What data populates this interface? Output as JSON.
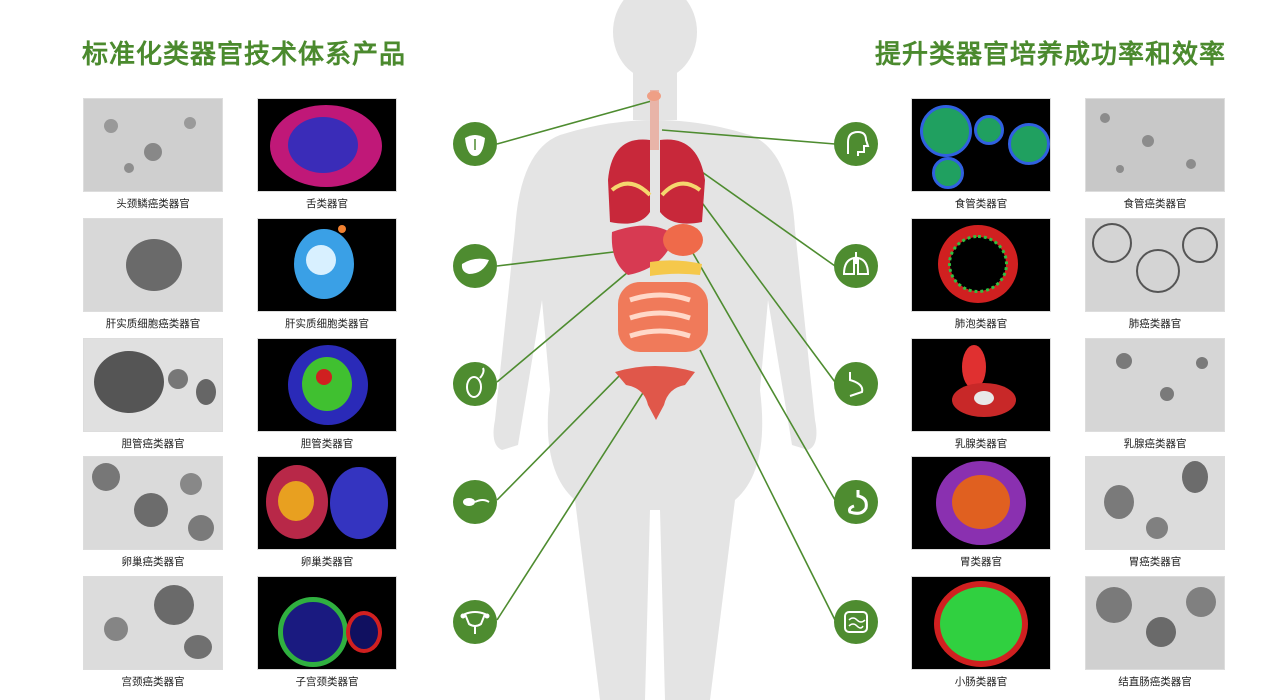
{
  "headings": {
    "left": "标准化类器官技术体系产品",
    "right": "提升类器官培养成功率和效率"
  },
  "left_columns": {
    "col1": [
      "头颈鳞癌类器官",
      "肝实质细胞癌类器官",
      "胆管癌类器官",
      "卵巢癌类器官",
      "宫颈癌类器官"
    ],
    "col2": [
      "舌类器官",
      "肝实质细胞类器官",
      "胆管类器官",
      "卵巢类器官",
      "子宫颈类器官"
    ]
  },
  "right_columns": {
    "col1": [
      "食管类器官",
      "肺泡类器官",
      "乳腺类器官",
      "胃类器官",
      "小肠类器官"
    ],
    "col2": [
      "食管癌类器官",
      "肺癌类器官",
      "乳腺癌类器官",
      "胃癌类器官",
      "结直肠癌类器官"
    ]
  },
  "icons": {
    "left": [
      "tongue-icon",
      "liver-icon",
      "gallbladder-icon",
      "ovary-icon",
      "uterus-icon"
    ],
    "right": [
      "head-throat-icon",
      "lungs-icon",
      "breast-icon",
      "stomach-icon",
      "intestine-icon"
    ]
  },
  "colors": {
    "brand_green": "#4b8a2e",
    "icon_green": "#4e8c30",
    "silhouette": "#e2e2e2"
  }
}
